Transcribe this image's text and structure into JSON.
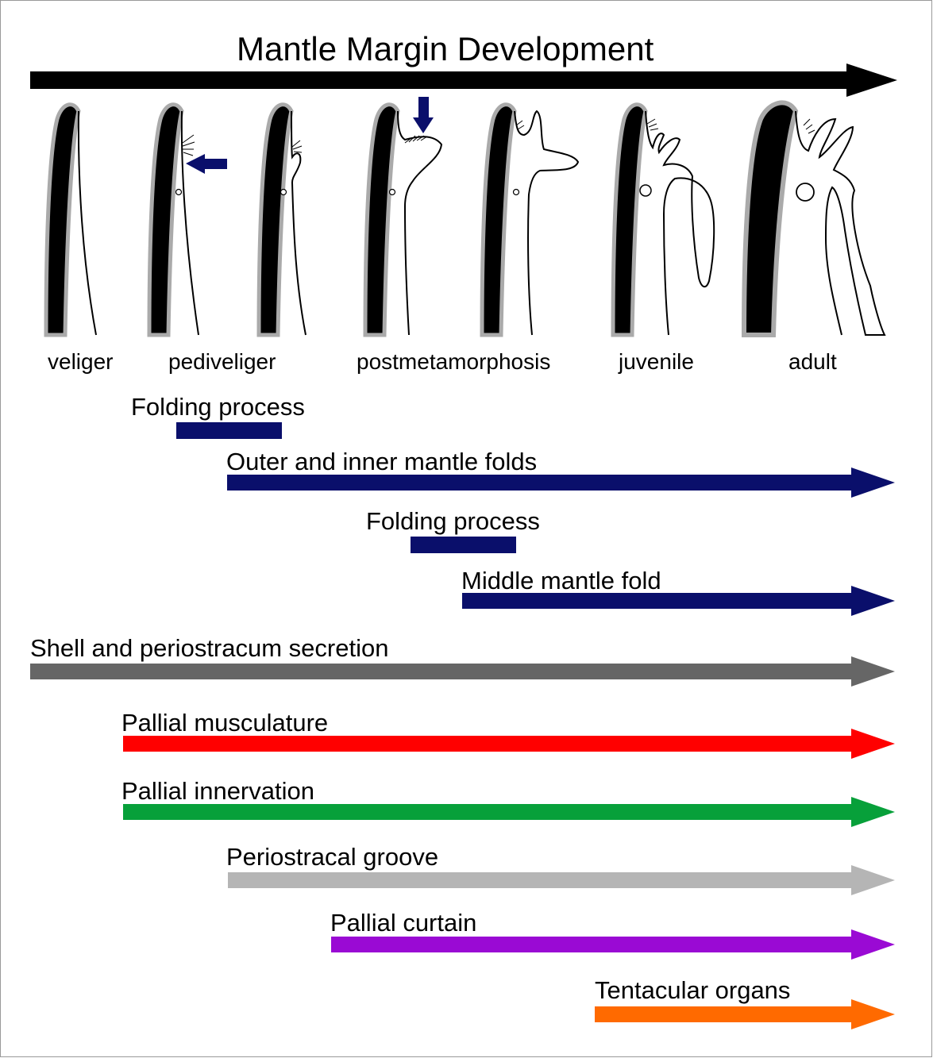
{
  "title": "Mantle Margin Development",
  "stages": [
    "veliger",
    "pediveliger",
    "postmetamorphosis",
    "juvenile",
    "adult"
  ],
  "processes": [
    {
      "label": "Folding process",
      "color": "#0a0f6b",
      "kind": "bar"
    },
    {
      "label": "Outer and inner mantle folds",
      "color": "#0a0f6b",
      "kind": "arrow"
    },
    {
      "label": "Folding process",
      "color": "#0a0f6b",
      "kind": "bar"
    },
    {
      "label": "Middle mantle fold",
      "color": "#0a0f6b",
      "kind": "arrow"
    },
    {
      "label": "Shell and periostracum secretion",
      "color": "#666666",
      "kind": "arrow"
    },
    {
      "label": "Pallial musculature",
      "color": "#ff0000",
      "kind": "arrow"
    },
    {
      "label": "Pallial innervation",
      "color": "#07a03a",
      "kind": "arrow"
    },
    {
      "label": "Periostracal groove",
      "color": "#b5b5b5",
      "kind": "arrow"
    },
    {
      "label": "Pallial curtain",
      "color": "#9a0ad4",
      "kind": "arrow"
    },
    {
      "label": "Tentacular organs",
      "color": "#ff6a00",
      "kind": "arrow"
    }
  ],
  "colors": {
    "timeline": "#000000",
    "pointer_arrows": "#0a0f6b",
    "shell_outer": "#aaaaaa",
    "shell_inner": "#000000"
  }
}
